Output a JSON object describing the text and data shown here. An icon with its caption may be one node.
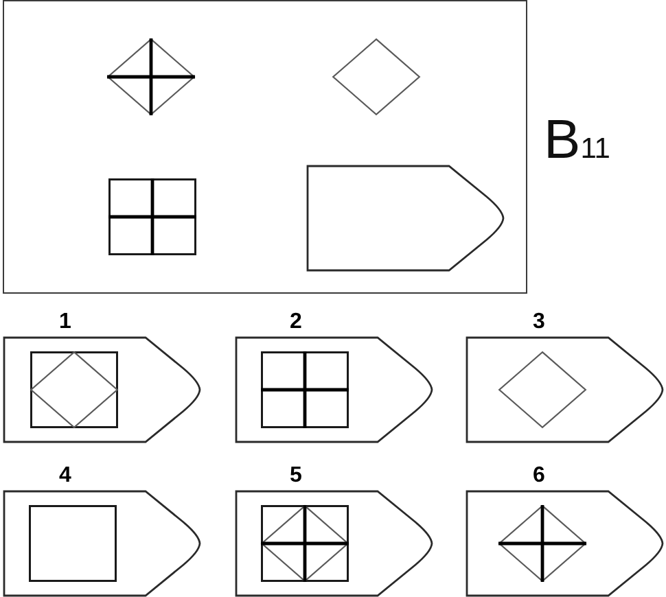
{
  "diagram": {
    "nodes": [
      {
        "text": [],
        "shape": "box"
      },
      {
        "text": [
          "1"
        ]
      },
      {
        "text": [
          "2"
        ]
      },
      {
        "text": [
          "3"
        ]
      },
      {
        "text": [
          "4"
        ]
      },
      {
        "text": [
          "5"
        ]
      },
      {
        "text": [
          "6"
        ]
      }
    ],
    "labels": [
      "B$_{11}$"
    ]
  }
}
